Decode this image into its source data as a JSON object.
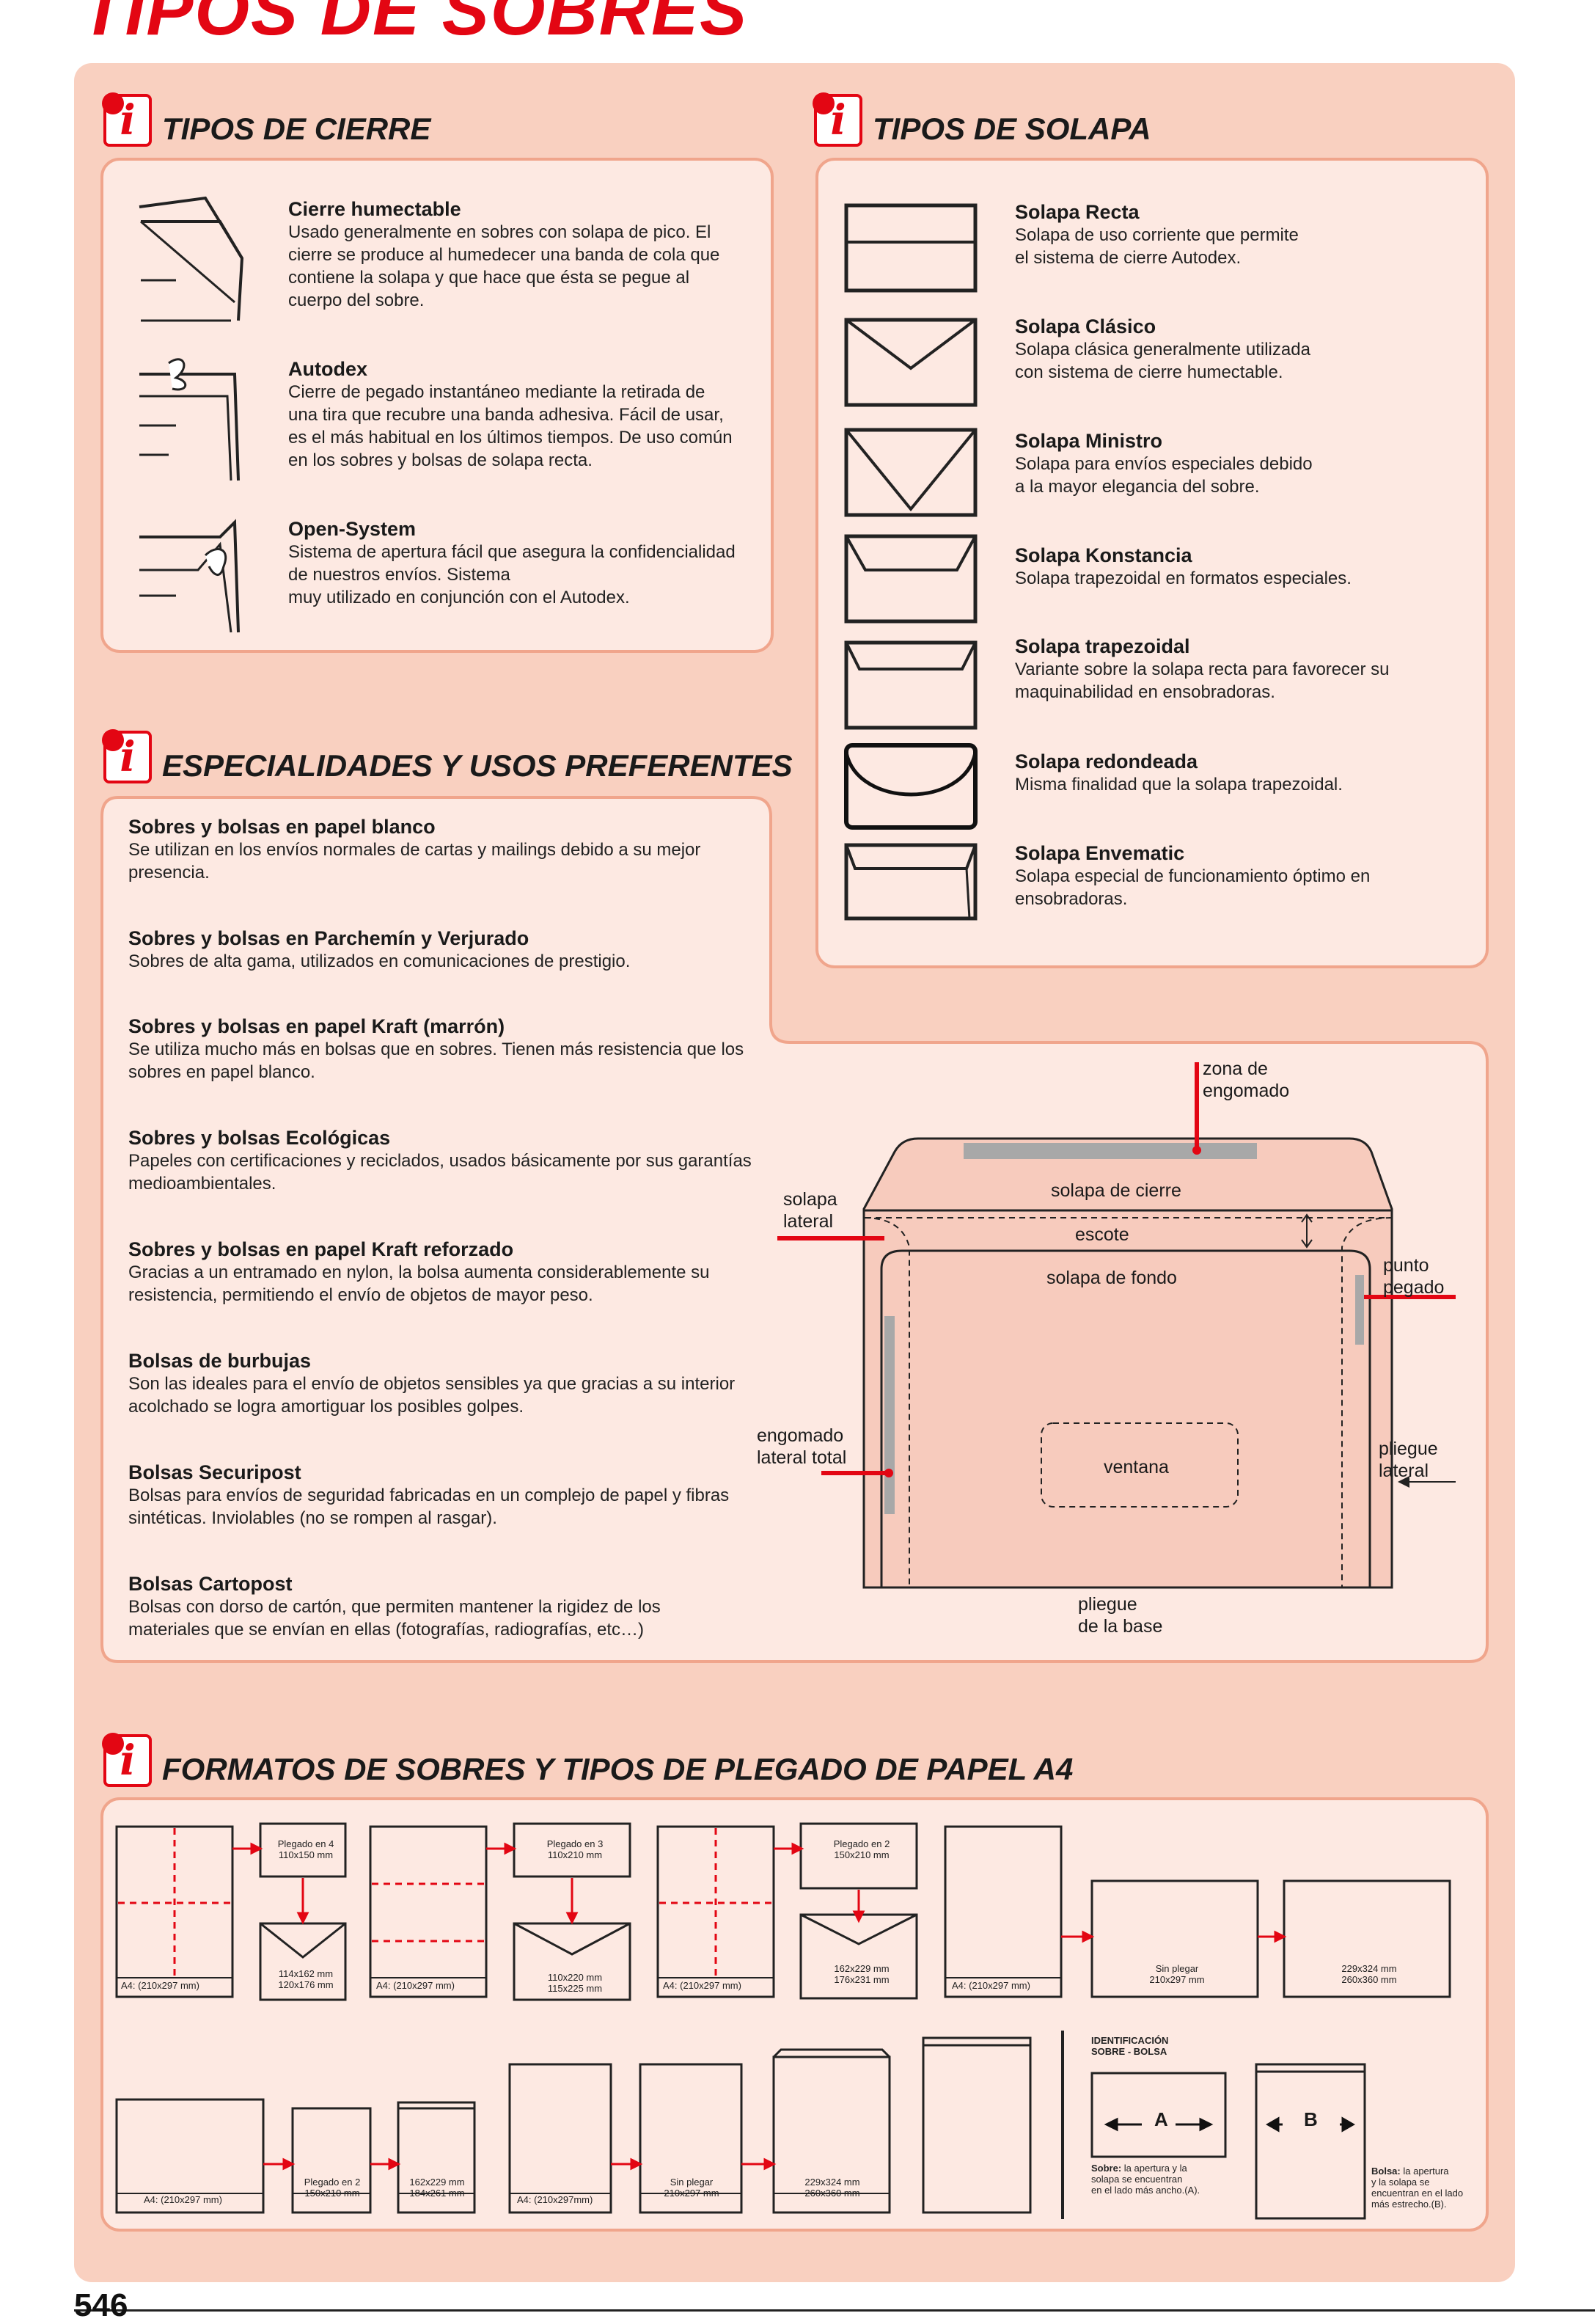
{
  "page": {
    "title": "TIPOS DE SOBRES",
    "page_number": "546"
  },
  "colors": {
    "accent": "#e30613",
    "panel": "#f9d0c0",
    "box": "#fde9e2",
    "border": "#f0a58c"
  },
  "cierre": {
    "heading": "TIPOS DE CIERRE",
    "items": [
      {
        "title": "Cierre humectable",
        "lines": [
          "Usado generalmente en sobres con solapa de pico. El",
          "cierre se produce al humedecer una banda de cola que",
          "contiene la solapa y que hace que ésta se pegue al",
          "cuerpo del sobre."
        ]
      },
      {
        "title": "Autodex",
        "lines": [
          "Cierre de pegado instantáneo mediante la retirada de",
          "una tira que recubre una banda adhesiva. Fácil de usar,",
          "es el más habitual en los últimos tiempos. De uso común",
          "en los sobres y bolsas de solapa recta."
        ]
      },
      {
        "title": "Open-System",
        "lines": [
          "Sistema de apertura fácil que asegura la confidencialidad",
          "de nuestros envíos. Sistema",
          "muy utilizado en conjunción con el Autodex."
        ]
      }
    ]
  },
  "solapa": {
    "heading": "TIPOS DE SOLAPA",
    "items": [
      {
        "title": "Solapa Recta",
        "lines": [
          "Solapa de uso corriente que permite",
          "el sistema de cierre Autodex."
        ]
      },
      {
        "title": "Solapa Clásico",
        "lines": [
          "Solapa clásica generalmente utilizada",
          "con sistema de cierre humectable."
        ]
      },
      {
        "title": "Solapa Ministro",
        "lines": [
          "Solapa para envíos especiales debido",
          "a la mayor elegancia del sobre."
        ]
      },
      {
        "title": "Solapa Konstancia",
        "lines": [
          "Solapa trapezoidal en formatos especiales."
        ]
      },
      {
        "title": "Solapa trapezoidal",
        "lines": [
          "Variante sobre la solapa recta para favorecer su",
          "maquinabilidad en ensobradoras."
        ]
      },
      {
        "title": "Solapa redondeada",
        "lines": [
          "Misma finalidad que la solapa trapezoidal."
        ]
      },
      {
        "title": "Solapa Envematic",
        "lines": [
          "Solapa especial de funcionamiento óptimo en",
          "ensobradoras."
        ]
      }
    ]
  },
  "especialidades": {
    "heading": "ESPECIALIDADES Y USOS PREFERENTES",
    "items": [
      {
        "title": "Sobres y bolsas en papel blanco",
        "lines": [
          "Se utilizan en los envíos normales de cartas y mailings debido a su mejor",
          "presencia."
        ]
      },
      {
        "title": "Sobres y bolsas en Parchemín y Verjurado",
        "lines": [
          "Sobres de alta gama, utilizados en comunicaciones de prestigio."
        ]
      },
      {
        "title": "Sobres y bolsas en papel Kraft (marrón)",
        "lines": [
          "Se utiliza mucho más en bolsas que en sobres. Tienen más resistencia que los",
          "sobres en papel blanco."
        ]
      },
      {
        "title": "Sobres y bolsas Ecológicas",
        "lines": [
          "Papeles con certificaciones y reciclados, usados básicamente por sus garantías",
          "medioambientales."
        ]
      },
      {
        "title": "Sobres y bolsas en papel Kraft reforzado",
        "lines": [
          "Gracias a un entramado en nylon, la bolsa aumenta considerablemente su",
          "resistencia, permitiendo el envío de objetos de mayor peso."
        ]
      },
      {
        "title": "Bolsas de burbujas",
        "lines": [
          "Son las ideales para el envío de objetos sensibles ya que gracias a su interior",
          "acolchado se logra amortiguar los posibles golpes."
        ]
      },
      {
        "title": "Bolsas Securipost",
        "lines": [
          "Bolsas para envíos de seguridad fabricadas en un complejo de papel y fibras",
          "sintéticas. Inviolables (no se rompen al rasgar)."
        ]
      },
      {
        "title": "Bolsas Cartopost",
        "lines": [
          "Bolsas con dorso de cartón, que permiten mantener la rigidez de los",
          "materiales que se envían en ellas (fotografías, radiografías, etc…)"
        ]
      }
    ]
  },
  "diagram": {
    "zona": [
      "zona de",
      "engomado"
    ],
    "solapa_lateral": [
      "solapa",
      "lateral"
    ],
    "solapa_cierre": "solapa de cierre",
    "escote": "escote",
    "solapa_fondo": "solapa de fondo",
    "punto": [
      "punto",
      "pegado"
    ],
    "engomado_total": [
      "engomado",
      "lateral total"
    ],
    "ventana": "ventana",
    "pliegue_lateral": [
      "pliegue",
      "lateral"
    ],
    "pliegue_base": [
      "pliegue",
      "de la base"
    ]
  },
  "formatos": {
    "heading": "FORMATOS DE SOBRES Y TIPOS DE PLEGADO DE PAPEL A4",
    "a4": "A4: (210x297 mm)",
    "a4_nospace": "A4: (210x297mm)",
    "pleg4": [
      "Plegado en 4",
      "110x150 mm"
    ],
    "env4": [
      "114x162 mm",
      "120x176 mm"
    ],
    "pleg3": [
      "Plegado en 3",
      "110x210 mm"
    ],
    "env3": [
      "110x220 mm",
      "115x225 mm"
    ],
    "pleg2": [
      "Plegado en 2",
      "150x210 mm"
    ],
    "env2": [
      "162x229 mm",
      "176x231 mm"
    ],
    "sinpleg": [
      "Sin plegar",
      "210x297 mm"
    ],
    "big": [
      "229x324 mm",
      "260x360 mm"
    ],
    "pleg2b": [
      "Plegado en 2",
      "150x210 mm"
    ],
    "bag2": [
      "162x229 mm",
      "184x261 mm"
    ],
    "sinpleg2": [
      "Sin plegar",
      "210x297 mm"
    ],
    "big2": [
      "229x324 mm",
      "260x360 mm"
    ],
    "ident": [
      "IDENTIFICACIÓN",
      "SOBRE - BOLSA"
    ],
    "a_letter": "A",
    "b_letter": "B",
    "sobre_bold": "Sobre:",
    "sobre_lines": [
      "la apertura y la",
      "solapa se encuentran",
      "en el lado más ancho.(A)."
    ],
    "bolsa_bold": "Bolsa:",
    "bolsa_lines": [
      "la apertura",
      "y la solapa se",
      "encuentran en el lado",
      "más estrecho.(B)."
    ]
  }
}
